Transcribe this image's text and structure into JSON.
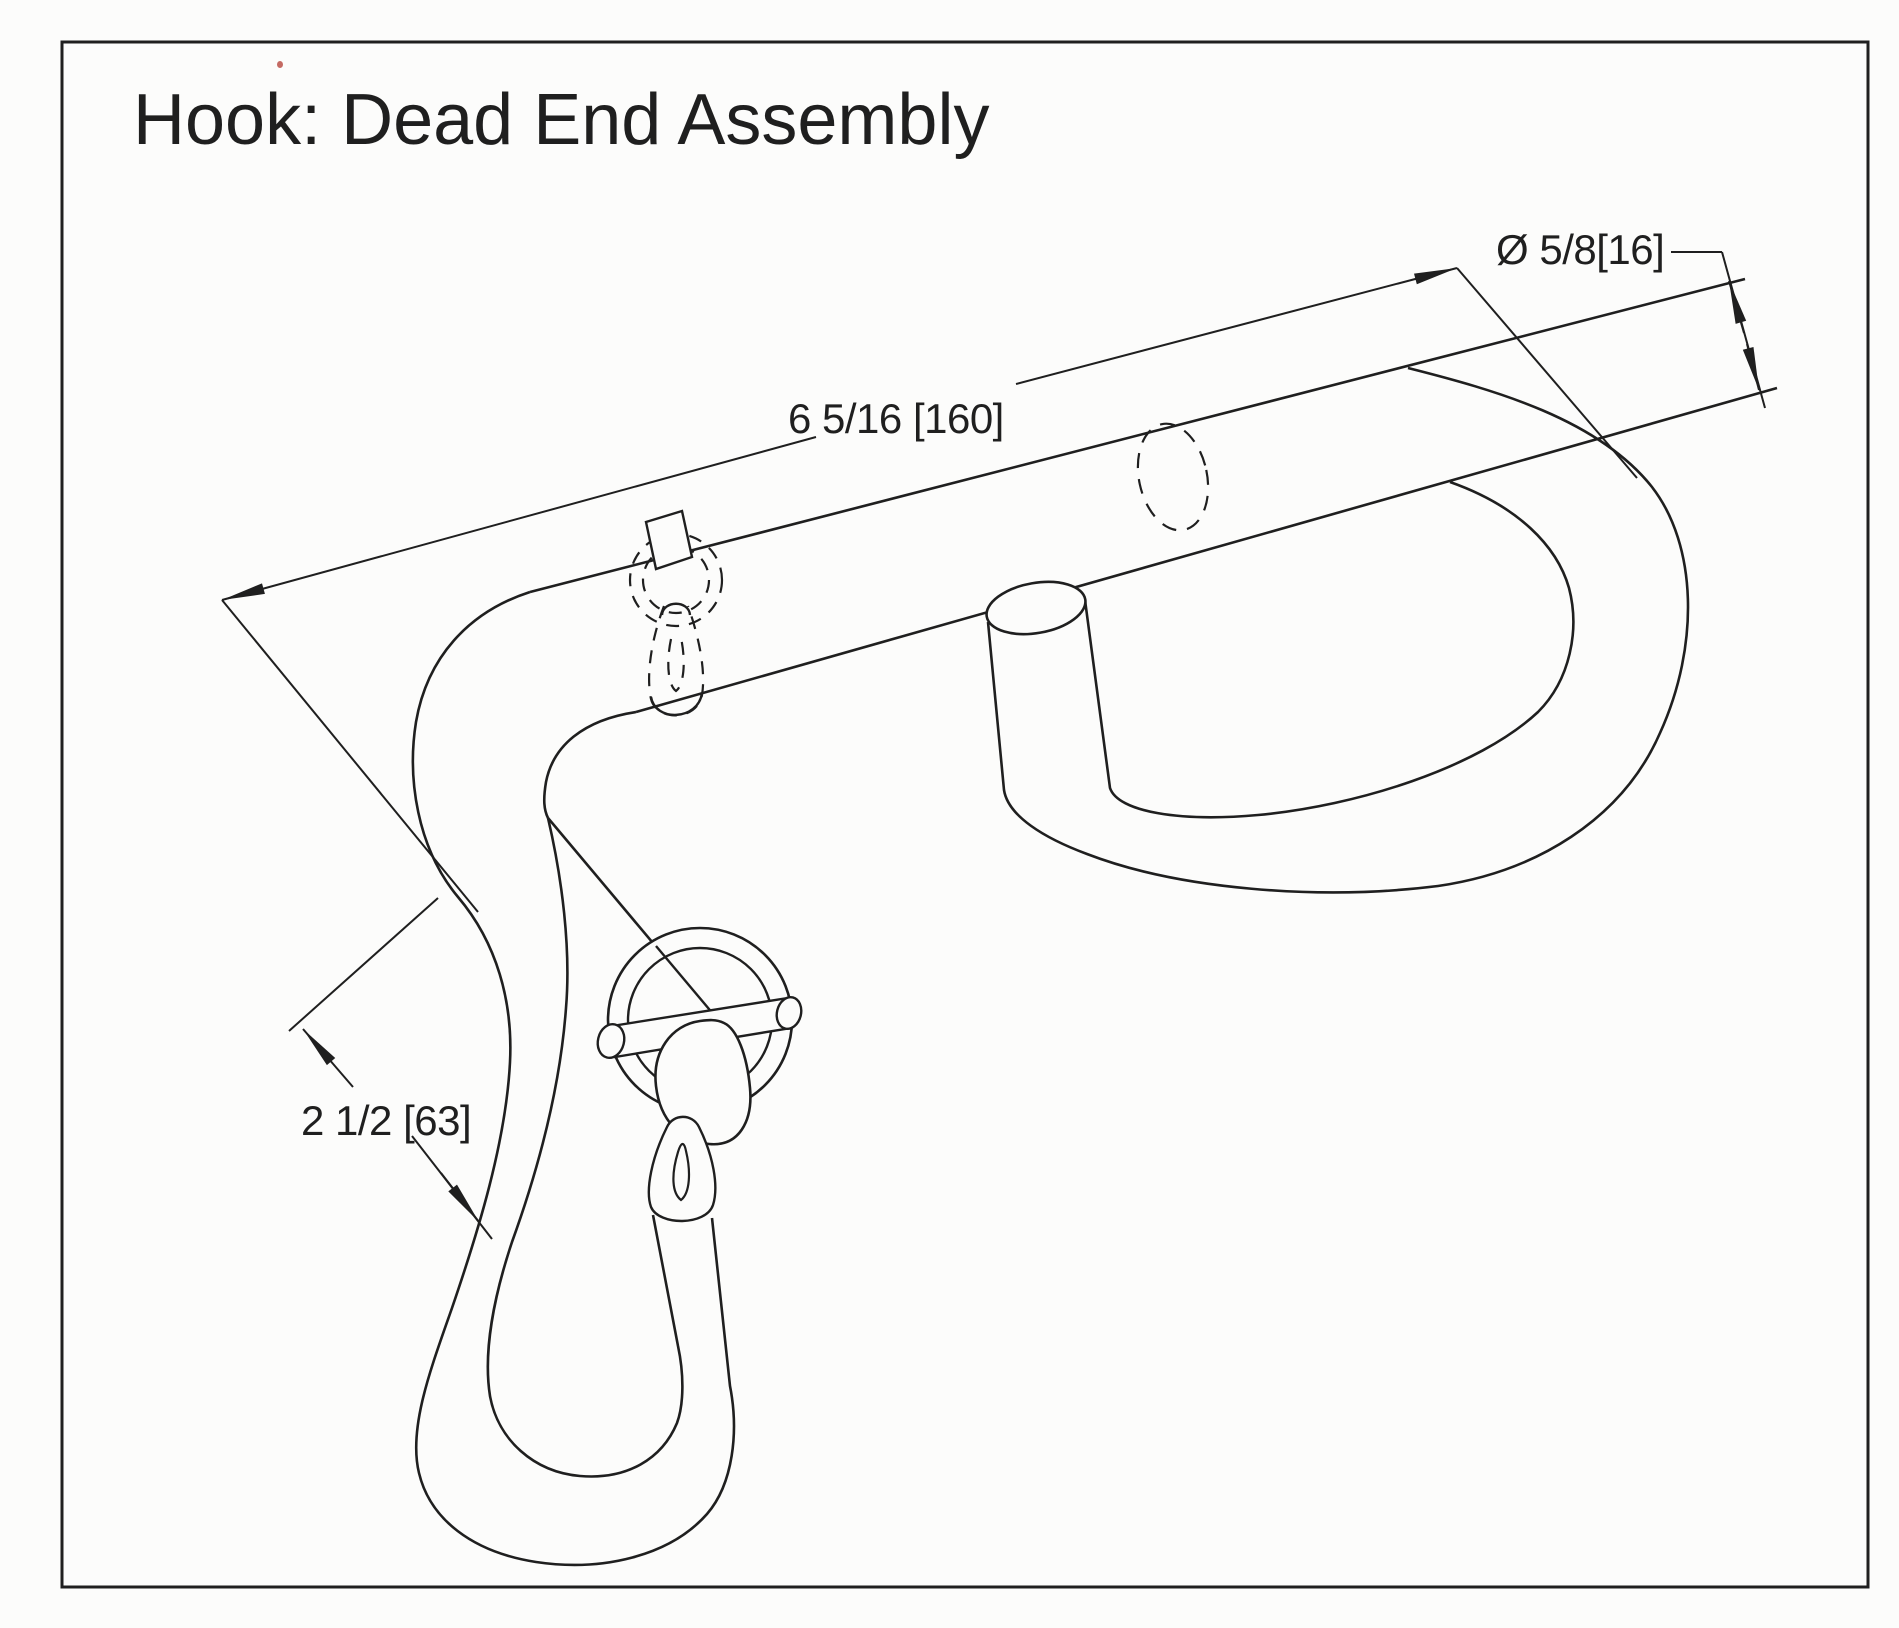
{
  "title": "Hook: Dead End Assembly",
  "dimensions": {
    "length_label": "6 5/16 [160]",
    "diameter_label": "Ø 5/8[16]",
    "offset_label": "2 1/2 [63]"
  },
  "colors": {
    "line": "#1f1f1f",
    "paper": "#fcfcfb",
    "speck": "#b23a30"
  }
}
